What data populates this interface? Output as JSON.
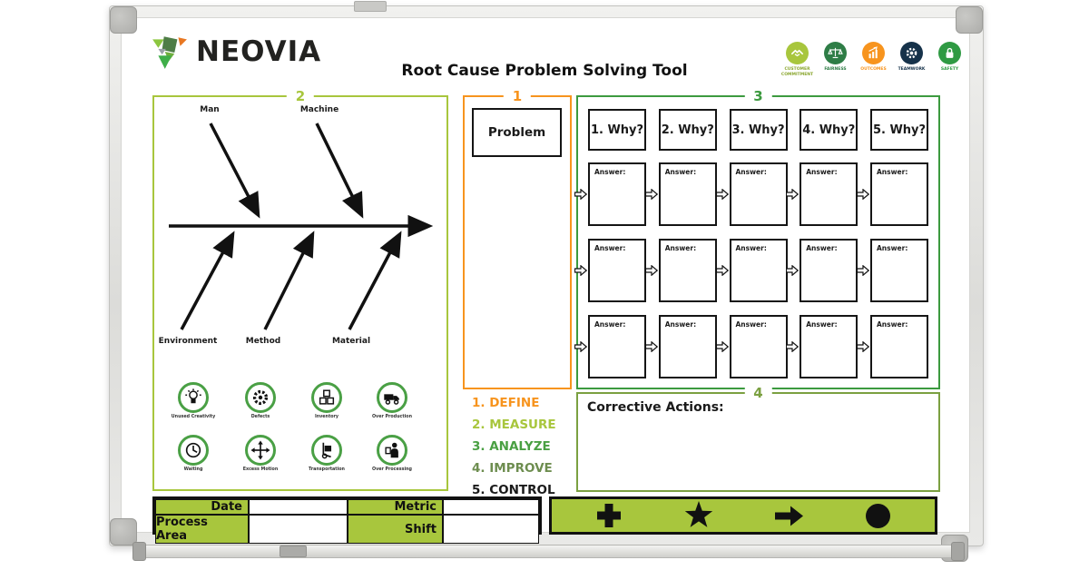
{
  "board": {
    "logo_text": "NEOVIA",
    "title": "Root Cause Problem Solving Tool",
    "values": [
      {
        "label": "CUSTOMER COMMITMENT",
        "icon": "handshake-icon",
        "color": "#a8c63d"
      },
      {
        "label": "FAIRNESS",
        "icon": "scales-icon",
        "color": "#2e7d46"
      },
      {
        "label": "OUTCOMES",
        "icon": "growth-chart-icon",
        "color": "#f7941e"
      },
      {
        "label": "TEAMWORK",
        "icon": "gear-icon",
        "color": "#16324a"
      },
      {
        "label": "SAFETY",
        "icon": "padlock-icon",
        "color": "#2f9a43"
      }
    ],
    "sections": {
      "problem": {
        "number": "1",
        "box_label": "Problem"
      },
      "fishbone": {
        "number": "2",
        "causes_top": [
          "Man",
          "Machine"
        ],
        "causes_bottom": [
          "Environment",
          "Method",
          "Material"
        ]
      },
      "five_whys": {
        "number": "3",
        "headers": [
          "1. Why?",
          "2. Why?",
          "3. Why?",
          "4. Why?",
          "5. Why?"
        ],
        "answer_label": "Answer:",
        "answer_rows": 3
      },
      "corrective": {
        "number": "4",
        "title": "Corrective Actions:"
      }
    },
    "wastes": [
      {
        "label": "Unused Creativity",
        "icon": "lightbulb-icon"
      },
      {
        "label": "Defects",
        "icon": "gear-icon"
      },
      {
        "label": "Inventory",
        "icon": "boxes-icon"
      },
      {
        "label": "Over Production",
        "icon": "truck-icon"
      },
      {
        "label": "Waiting",
        "icon": "clock-icon"
      },
      {
        "label": "Excess Motion",
        "icon": "motion-arrows-icon"
      },
      {
        "label": "Transportation",
        "icon": "hand-truck-icon"
      },
      {
        "label": "Over Processing",
        "icon": "person-document-icon"
      }
    ],
    "steps": [
      {
        "label": "1. DEFINE",
        "color": "#f7941e"
      },
      {
        "label": "2. MEASURE",
        "color": "#a8c63d"
      },
      {
        "label": "3. ANALYZE",
        "color": "#4aa043"
      },
      {
        "label": "4. IMPROVE",
        "color": "#6d8d4f"
      },
      {
        "label": "5. CONTROL",
        "color": "#1a1a1a"
      }
    ],
    "footer": {
      "rows": [
        {
          "cells": [
            {
              "label": "Date",
              "value": ""
            },
            {
              "label": "Metric",
              "value": ""
            }
          ]
        },
        {
          "cells": [
            {
              "label": "Process Area",
              "value": ""
            },
            {
              "label": "Shift",
              "value": ""
            }
          ]
        }
      ],
      "symbols": [
        "plus-icon",
        "star-icon",
        "arrow-icon",
        "circle-icon"
      ]
    },
    "colors": {
      "section1_border": "#f7941e",
      "section2_border": "#a8c63d",
      "section3_border": "#3c9a3f",
      "section4_border": "#7ba041",
      "footer_green": "#a8c63d",
      "waste_ring_green": "#4aa045"
    }
  }
}
